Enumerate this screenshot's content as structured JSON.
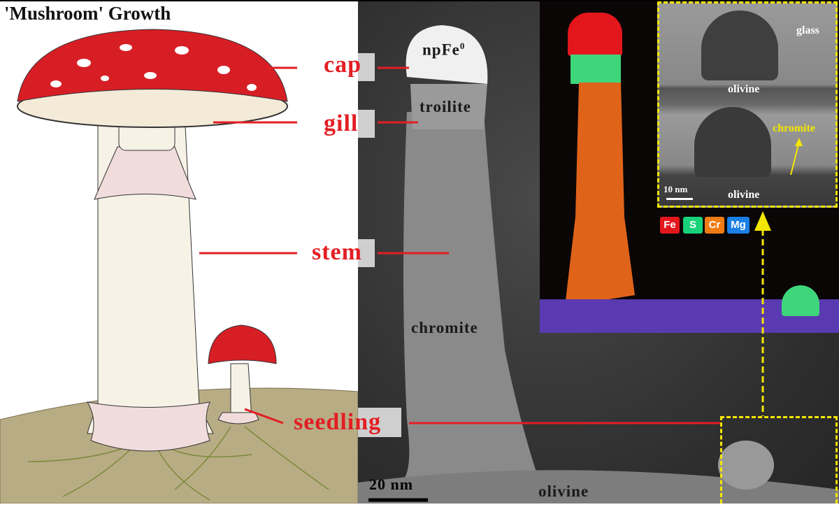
{
  "title": "'Mushroom' Growth",
  "labels": {
    "cap": "cap",
    "gill": "gill",
    "stem": "stem",
    "seedling": "seedling"
  },
  "tem": {
    "npfe": "npFe",
    "npfe_sup": "0",
    "troilite": "troilite",
    "chromite": "chromite",
    "olivine": "olivine",
    "scale": "20 nm"
  },
  "hrtem": {
    "glass": "glass",
    "olivine_top": "olivine",
    "olivine_bottom": "olivine",
    "chromite": "chromite",
    "scale": "10 nm"
  },
  "legend": [
    {
      "label": "Fe",
      "color": "#e3161c"
    },
    {
      "label": "S",
      "color": "#18d27a"
    },
    {
      "label": "Cr",
      "color": "#f07d14"
    },
    {
      "label": "Mg",
      "color": "#1a7fe6"
    }
  ],
  "colors": {
    "accent": "#e31e24",
    "highlight": "#f5e600"
  }
}
